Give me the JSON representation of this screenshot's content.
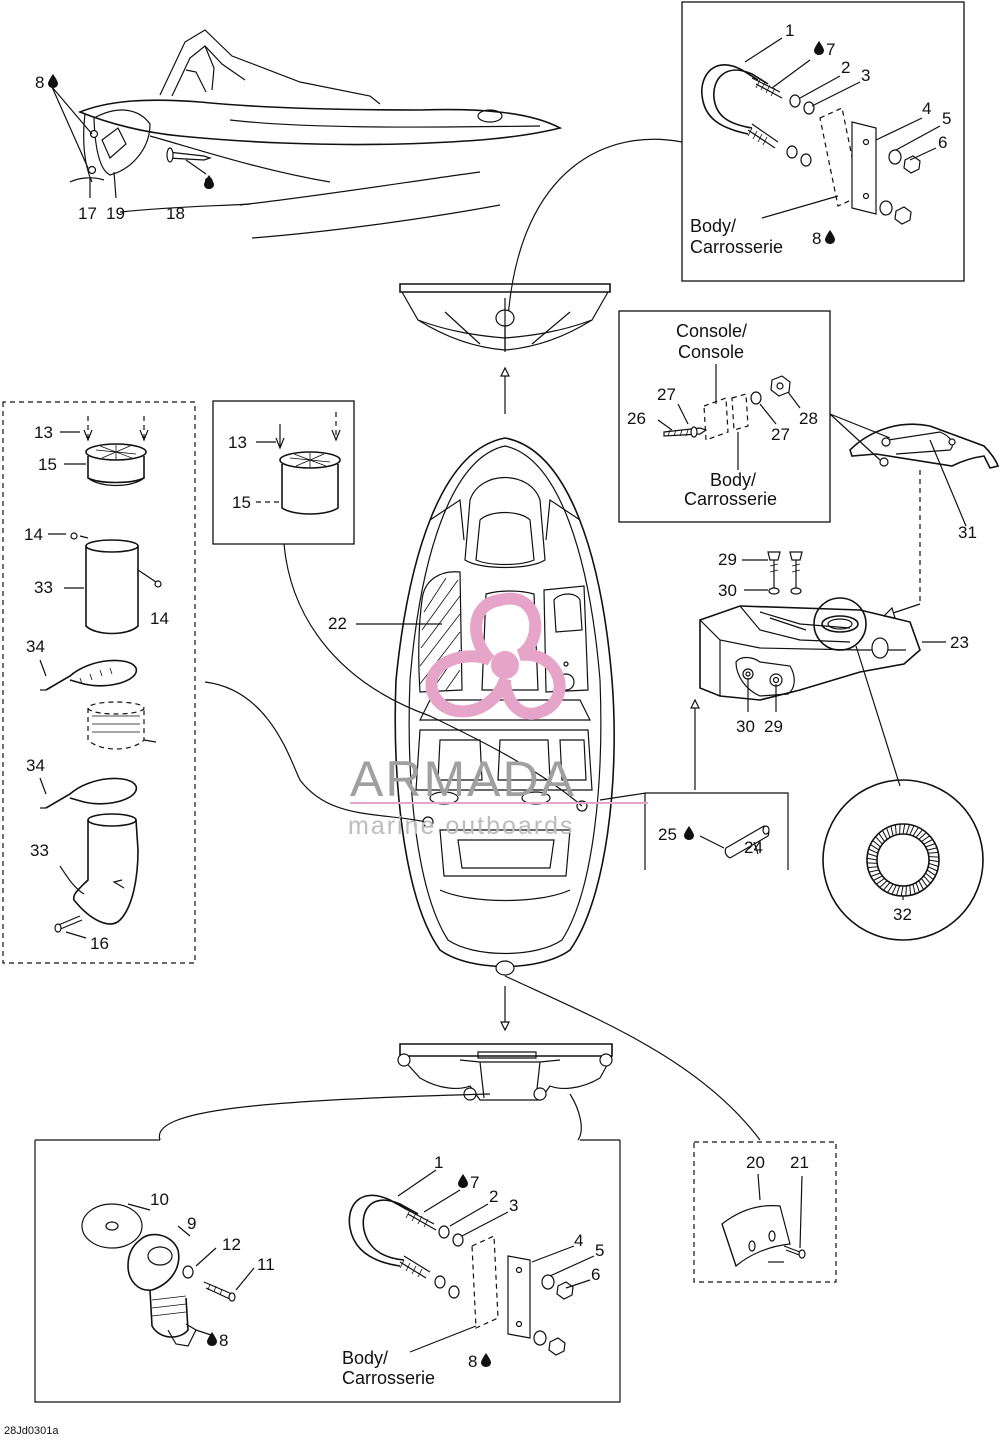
{
  "labels": {
    "n1a": "1",
    "n7a": "7",
    "n2a": "2",
    "n3a": "3",
    "n4a": "4",
    "n5a": "5",
    "n6a": "6",
    "n8a": "8",
    "body_a1": "Body/",
    "body_a2": "Carrosserie",
    "n8b": "8",
    "n8c": "8",
    "n17": "17",
    "n19": "19",
    "n18": "18",
    "console1": "Console/",
    "console2": "Console",
    "n27a": "27",
    "n26": "26",
    "n27b": "27",
    "n28": "28",
    "body_c1": "Body/",
    "body_c2": "Carrosserie",
    "n31": "31",
    "n13a": "13",
    "n15a": "15",
    "n14a": "14",
    "n33a": "33",
    "n14b": "14",
    "n34a": "34",
    "n34b": "34",
    "n33b": "33",
    "n16": "16",
    "n13b": "13",
    "n15b": "15",
    "n22": "22",
    "n29a": "29",
    "n30a": "30",
    "n23": "23",
    "n30b": "30",
    "n29b": "29",
    "n25": "25",
    "n24": "24",
    "n32": "32",
    "n10": "10",
    "n9": "9",
    "n12": "12",
    "n11": "11",
    "n8d": "8",
    "n1b": "1",
    "n7b": "7",
    "n2b": "2",
    "n3b": "3",
    "n4b": "4",
    "n5b": "5",
    "n6b": "6",
    "body_b1": "Body/",
    "body_b2": "Carrosserie",
    "n8e": "8",
    "n20": "20",
    "n21": "21",
    "code": "28Jd0301a"
  },
  "watermark": {
    "brand": "ARMADA",
    "tagline": "marine outboards",
    "color": "#e6a4c8"
  }
}
